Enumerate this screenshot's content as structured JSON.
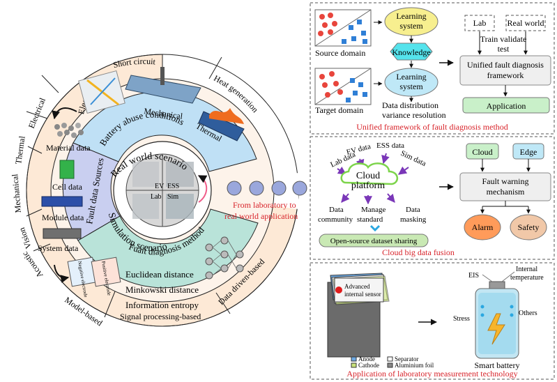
{
  "ring": {
    "outer_top": [
      "Short circuit",
      "Heat generation"
    ],
    "outer_left": [
      "Electrical",
      "Thermal",
      "Mechanical",
      "Vision",
      "Acoustic"
    ],
    "outer_bottom": [
      "Model-based",
      "Signal processing-based",
      "Data driven-based"
    ],
    "abuse_types": [
      "Electrical",
      "Mechanical",
      "Thermal"
    ],
    "abuse_title": "Battery abuse conditions",
    "sources_title": "Fault data Sources",
    "data_levels": [
      "Material data",
      "Cell data",
      "Module data",
      "System data"
    ],
    "method_title": "Fualt diagnosis method",
    "electrode_labels": [
      "Negative electrode",
      "Positive electrode"
    ],
    "methods": [
      "Euclidean distance",
      "Minkowski distance",
      "Information entropy"
    ],
    "center_top": "Real world scenario",
    "center_bottom": "Simulation scenario",
    "center_tags": [
      "EV",
      "ESS",
      "Lab",
      "Sim"
    ]
  },
  "arrow_caption": [
    "From laboratory to",
    "real world application"
  ],
  "panel1": {
    "caption": "Unified framework of fault diagnosis method",
    "source_domain": "Source domain",
    "target_domain": "Target domain",
    "learning_system": [
      "Learning",
      "system"
    ],
    "knowledge": "Knowledge",
    "distribution": [
      "Data distribution",
      "variance resolution"
    ],
    "lab": "Lab",
    "real_world": "Real world",
    "train": [
      "Train validate",
      "test"
    ],
    "framework": [
      "Unified fault diagnosis",
      "framework"
    ],
    "application": "Application"
  },
  "panel2": {
    "caption": "Cloud big data fusion",
    "inputs": [
      "Lab data",
      "EV data",
      "ESS data",
      "Sim data"
    ],
    "cloud": [
      "Cloud",
      "platform"
    ],
    "outputs": [
      [
        "Data",
        "community"
      ],
      [
        "Manage",
        "standard"
      ],
      [
        "Data",
        "masking"
      ]
    ],
    "sharing": "Open-source dataset sharing",
    "cloud_box": "Cloud",
    "edge_box": "Edge",
    "warning": [
      "Fault warning",
      "mechanism"
    ],
    "alarm": "Alarm",
    "safety": "Safety"
  },
  "panel3": {
    "caption": "Application of laboratory measurement technology",
    "sensor": [
      "Advanced",
      "internal sensor"
    ],
    "legend": [
      "Anode",
      "Cathode",
      "Separator",
      "Aluminium foil"
    ],
    "sensor_points": [
      "EIS",
      "Internal",
      "temperature",
      "Stress",
      "Others"
    ],
    "smart_battery": "Smart battery"
  },
  "colors": {
    "ring_outer": "#fde9d6",
    "abuse_ring": "#bfe0f5",
    "sources_ring": "#c9cff0",
    "method_ring": "#b9e3d9",
    "yellow": "#f7ef8f",
    "cyan": "#bfe8f7",
    "green": "#c9f0c9",
    "red": "#e8453c",
    "blue": "#2f7fd6",
    "caption_red": "#d8232a"
  }
}
